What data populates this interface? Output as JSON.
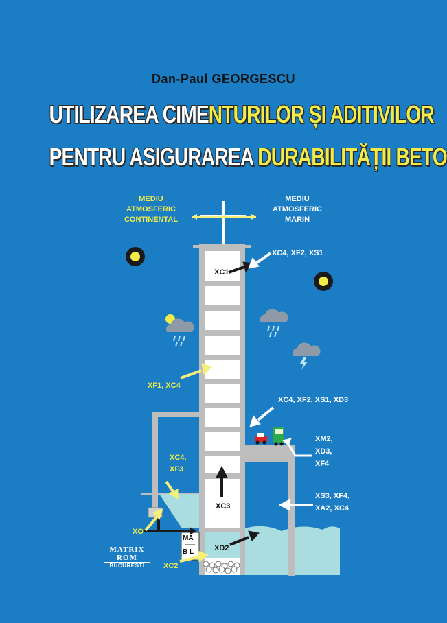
{
  "author": "Dan-Paul GEORGESCU",
  "title_line1": {
    "part_white": "UTILIZAREA CIME",
    "part_yellow": "NTURILOR ȘI ADITIVILOR"
  },
  "title_line2": {
    "part_white": "PENTRU ASIGURAREA ",
    "part_yellow": "DURABILITĂȚII BETONULUI"
  },
  "env_left": {
    "l1": "MEDIU",
    "l2": "ATMOSFERIC",
    "l3": "CONTINENTAL"
  },
  "env_right": {
    "l1": "MEDIU",
    "l2": "ATMOSFERIC",
    "l3": "MARIN"
  },
  "labels": {
    "xc1": "XC1",
    "top_right": "XC4, XF2, XS1",
    "xf1_xc4": "XF1, XC4",
    "mid_right": "XC4, XF2, XS1, XD3",
    "xm2": "XM2,",
    "xd3": "XD3,",
    "xf4": "XF4",
    "xc4_l1": "XC4,",
    "xf3": "XF3",
    "xc3": "XC3",
    "xs3_xf4": "XS3, XF4,",
    "xa2_xc4": "XA2, XC4",
    "xo": "XO",
    "xd2": "XD2",
    "xc2": "XC2"
  },
  "logo": {
    "l1": "MATRIX",
    "l2": "ROM",
    "l3": "BUCUREȘTI"
  },
  "signs": {
    "s1": "MA",
    "s2": "B L"
  },
  "colors": {
    "background": "#1b7dc3",
    "title_yellow": "#f2ec4a",
    "building": "#bdbdbd",
    "water": "#a9dde0",
    "arrow_yellow": "#f5f07a",
    "arrow_black": "#1a1a1a"
  }
}
